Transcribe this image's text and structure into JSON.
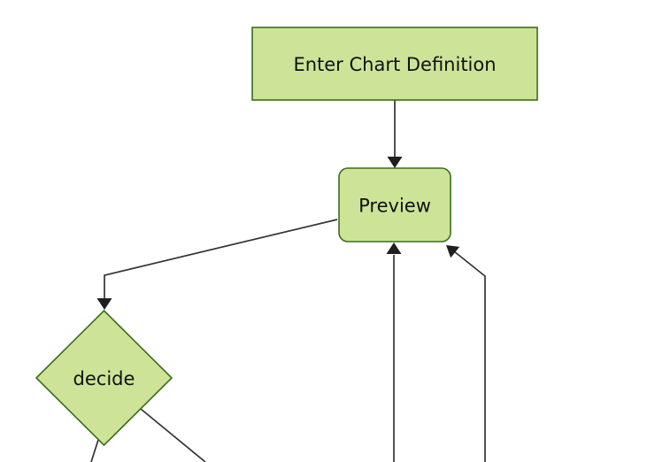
{
  "diagram": {
    "type": "flowchart",
    "orientation": "top-down",
    "nodes": [
      {
        "id": "A",
        "label": "Enter Chart Definition",
        "shape": "rectangle"
      },
      {
        "id": "B",
        "label": "Preview",
        "shape": "rounded-rectangle"
      },
      {
        "id": "C",
        "label": "decide",
        "shape": "diamond"
      }
    ],
    "edges": [
      {
        "from": "A",
        "to": "B",
        "arrowhead": true
      },
      {
        "from": "B",
        "to": "C",
        "arrowhead": true
      },
      {
        "from": "offscreen-bottom-center",
        "to": "B",
        "arrowhead": true
      },
      {
        "from": "offscreen-bottom-right",
        "to": "B",
        "arrowhead": true
      },
      {
        "from": "C",
        "to": "offscreen-bottom-left",
        "arrowhead": false
      },
      {
        "from": "C",
        "to": "offscreen-bottom-right",
        "arrowhead": false
      }
    ]
  },
  "colors": {
    "background": "#ffffff",
    "node_fill": "#cde498",
    "node_stroke": "#3c6d1c",
    "edge_stroke": "#333333",
    "arrowhead_fill": "#1f1f1f",
    "label_text": "#111111"
  }
}
